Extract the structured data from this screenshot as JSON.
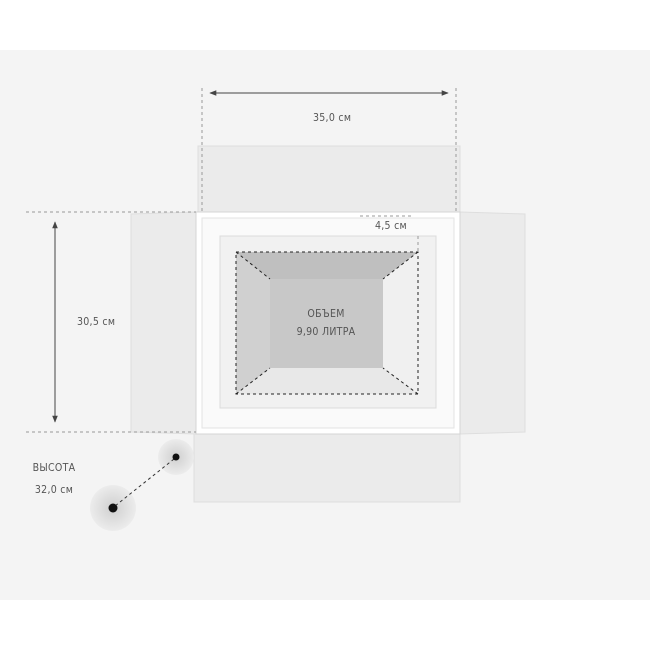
{
  "dimensions": {
    "width_label": "35,0 см",
    "wall_label": "4,5 см",
    "depth_label": "30,5 см",
    "height_title": "ВЫСОТА",
    "height_value": "32,0 см"
  },
  "volume": {
    "title": "ОБЪЕМ",
    "value": "9,90 ЛИТРА"
  },
  "colors": {
    "background": "#f4f4f4",
    "cardboard": "#ebebeb",
    "foam": "#ffffff",
    "cavity": "#c9c9c9",
    "dim_line": "#999999",
    "text": "#555555"
  }
}
